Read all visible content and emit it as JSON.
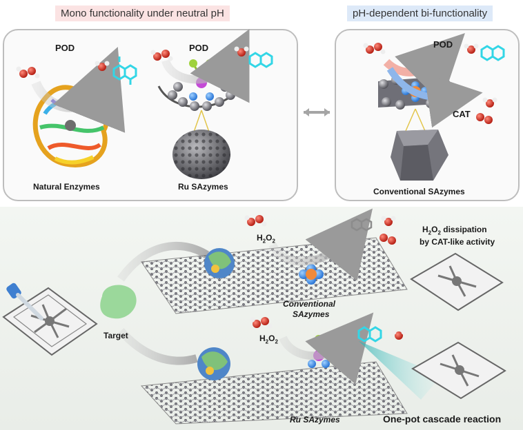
{
  "top_left": {
    "tag": "Mono functionality under neutral pH",
    "natural": {
      "pod": "POD",
      "caption": "Natural Enzymes"
    },
    "ru": {
      "pod": "POD",
      "caption": "Ru SAzymes"
    }
  },
  "top_right": {
    "tag": "pH-dependent bi-functionality",
    "pod": "POD",
    "cat": "CAT",
    "caption": "Conventional SAzymes"
  },
  "bottom": {
    "target": "Target",
    "h2o2_top": "H",
    "h2o2_bottom": "H",
    "sub_2": "2",
    "o": "O",
    "conventional_caption_1": "Conventional",
    "conventional_caption_2": "SAzymes",
    "ru_caption": "Ru SAzymes",
    "dissipation_1_suffix": " dissipation",
    "dissipation_2": "by CAT-like activity",
    "cascade": "One-pot cascade reaction"
  },
  "colors": {
    "panel_border": "#bdbdbd",
    "tag_pink": "#fbe3e3",
    "tag_blue": "#dde9f8",
    "graphene": "#7f7f86",
    "cyan": "#33d6e6",
    "red_atom": "#d83a2e",
    "ru_magenta": "#c44ad6",
    "conv_orange": "#f08a3a",
    "target_green": "#9bd89b"
  }
}
